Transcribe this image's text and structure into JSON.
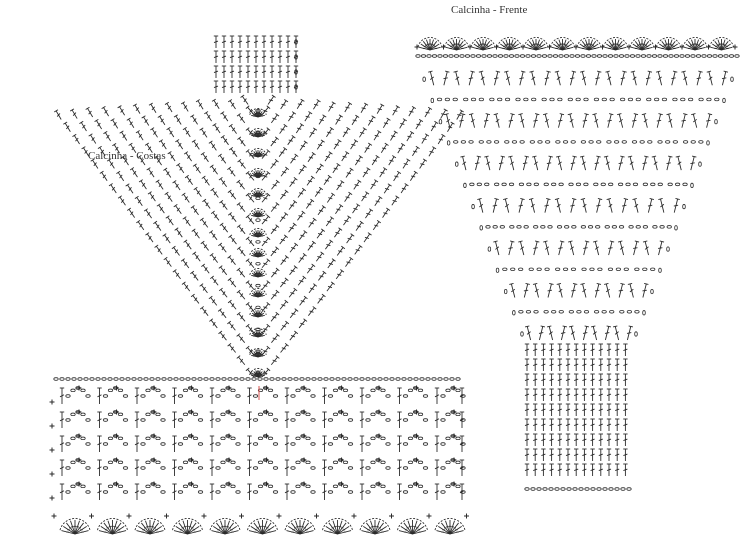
{
  "labels": {
    "back": "Calcinha - Costas",
    "front": "Calcinha - Frente"
  },
  "colors": {
    "ink": "#2b2b2b",
    "background": "#ffffff",
    "marker": "#d9534f"
  },
  "legend_symbols": {
    "chain": "oval",
    "single_crochet": "+",
    "double_crochet": "crossed-stem",
    "fan": "shell"
  }
}
